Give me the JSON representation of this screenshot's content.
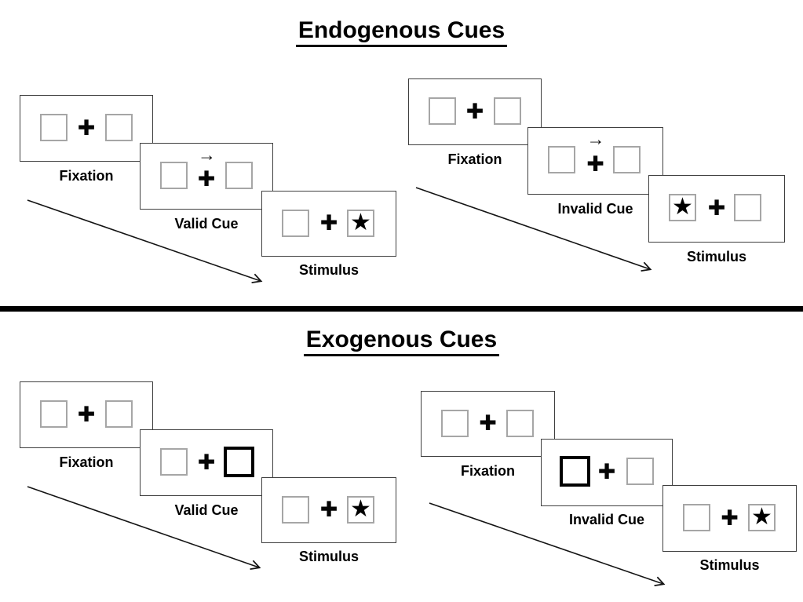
{
  "figure": {
    "icons": {
      "plus": "✚",
      "star": "★",
      "cue_arrow": "→"
    },
    "colors": {
      "background": "#ffffff",
      "text": "#000000",
      "divider": "#000000",
      "card_border": "#3f3f3f",
      "placeholder_box_border": "#a6a6a6",
      "cued_box_border": "#000000",
      "timeline_arrow": "#141414"
    },
    "sections": [
      {
        "title": "Endogenous Cues",
        "groups": [
          {
            "name": "valid",
            "steps": [
              {
                "label": "Fixation",
                "left_box": {
                  "cued": "no"
                },
                "right_box": {
                  "cued": "no"
                }
              },
              {
                "label": "Valid Cue",
                "cue_arrow": "→",
                "left_box": {
                  "cued": "no"
                },
                "right_box": {
                  "cued": "no"
                }
              },
              {
                "label": "Stimulus",
                "left_box": {
                  "cued": "no"
                },
                "right_box": {
                  "cued": "no",
                  "glyph": "★"
                }
              }
            ]
          },
          {
            "name": "invalid",
            "steps": [
              {
                "label": "Fixation",
                "left_box": {
                  "cued": "no"
                },
                "right_box": {
                  "cued": "no"
                }
              },
              {
                "label": "Invalid Cue",
                "cue_arrow": "→",
                "left_box": {
                  "cued": "no"
                },
                "right_box": {
                  "cued": "no"
                }
              },
              {
                "label": "Stimulus",
                "left_box": {
                  "cued": "no",
                  "glyph": "★"
                },
                "right_box": {
                  "cued": "no"
                }
              }
            ]
          }
        ]
      },
      {
        "title": "Exogenous Cues",
        "groups": [
          {
            "name": "valid",
            "steps": [
              {
                "label": "Fixation",
                "left_box": {
                  "cued": "no"
                },
                "right_box": {
                  "cued": "no"
                }
              },
              {
                "label": "Valid Cue",
                "left_box": {
                  "cued": "no"
                },
                "right_box": {
                  "cued": "yes"
                }
              },
              {
                "label": "Stimulus",
                "left_box": {
                  "cued": "no"
                },
                "right_box": {
                  "cued": "no",
                  "glyph": "★"
                }
              }
            ]
          },
          {
            "name": "invalid",
            "steps": [
              {
                "label": "Fixation",
                "left_box": {
                  "cued": "no"
                },
                "right_box": {
                  "cued": "no"
                }
              },
              {
                "label": "Invalid Cue",
                "left_box": {
                  "cued": "yes"
                },
                "right_box": {
                  "cued": "no"
                }
              },
              {
                "label": "Stimulus",
                "left_box": {
                  "cued": "no"
                },
                "right_box": {
                  "cued": "no",
                  "glyph": "★"
                }
              }
            ]
          }
        ]
      }
    ]
  }
}
